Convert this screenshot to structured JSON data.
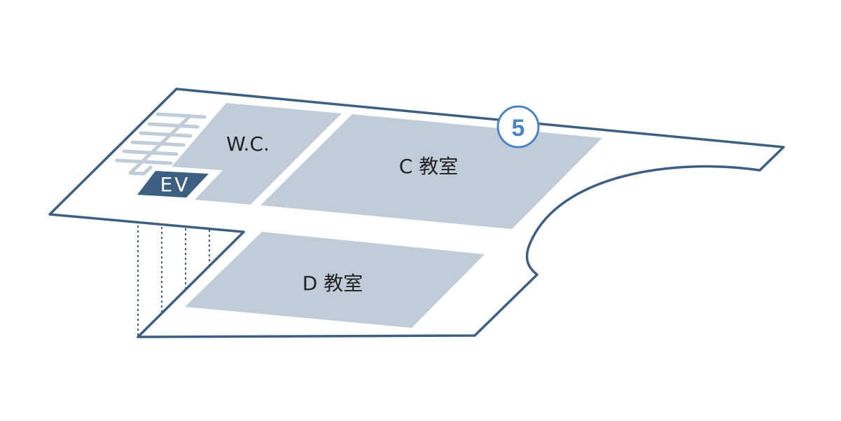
{
  "floor": {
    "number": "5"
  },
  "rooms": {
    "wc": "W.C.",
    "ev": "EV",
    "c": "C 教室",
    "d": "D 教室"
  },
  "colors": {
    "outline": "#3d5f82",
    "room": "#c0ccd8",
    "ev": "#3d5f82",
    "badge": "#4a84c4",
    "stairs": "#c0ccd8"
  }
}
